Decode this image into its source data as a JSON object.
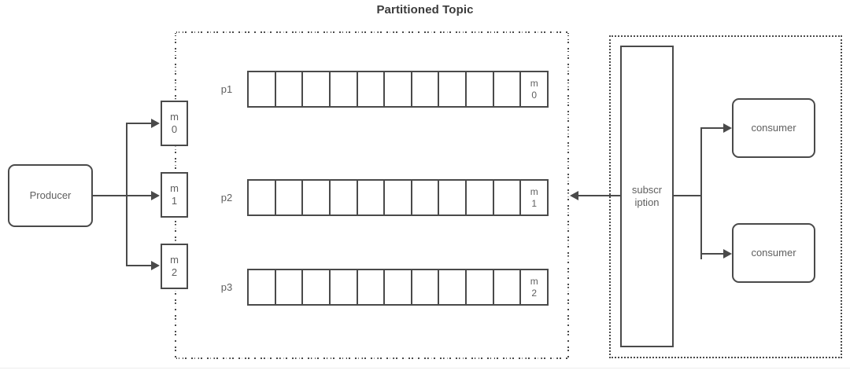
{
  "title": "Partitioned Topic",
  "producer": {
    "label": "Producer"
  },
  "messages": [
    {
      "id": "m0",
      "line1": "m",
      "line2": "0"
    },
    {
      "id": "m1",
      "line1": "m",
      "line2": "1"
    },
    {
      "id": "m2",
      "line1": "m",
      "line2": "2"
    }
  ],
  "partitions": [
    {
      "label": "p1",
      "cells": 11,
      "filled_index": 10,
      "filled_line1": "m",
      "filled_line2": "0"
    },
    {
      "label": "p2",
      "cells": 11,
      "filled_index": 10,
      "filled_line1": "m",
      "filled_line2": "1"
    },
    {
      "label": "p3",
      "cells": 11,
      "filled_index": 10,
      "filled_line1": "m",
      "filled_line2": "2"
    }
  ],
  "subscription": {
    "line1": "subscr",
    "line2": "iption"
  },
  "consumers": [
    {
      "label": "consumer"
    },
    {
      "label": "consumer"
    }
  ],
  "colors": {
    "stroke": "#4a4a4a",
    "text": "#5f5f5f",
    "title": "#3b3b3b",
    "background": "#ffffff",
    "page_rule": "#ececec"
  }
}
